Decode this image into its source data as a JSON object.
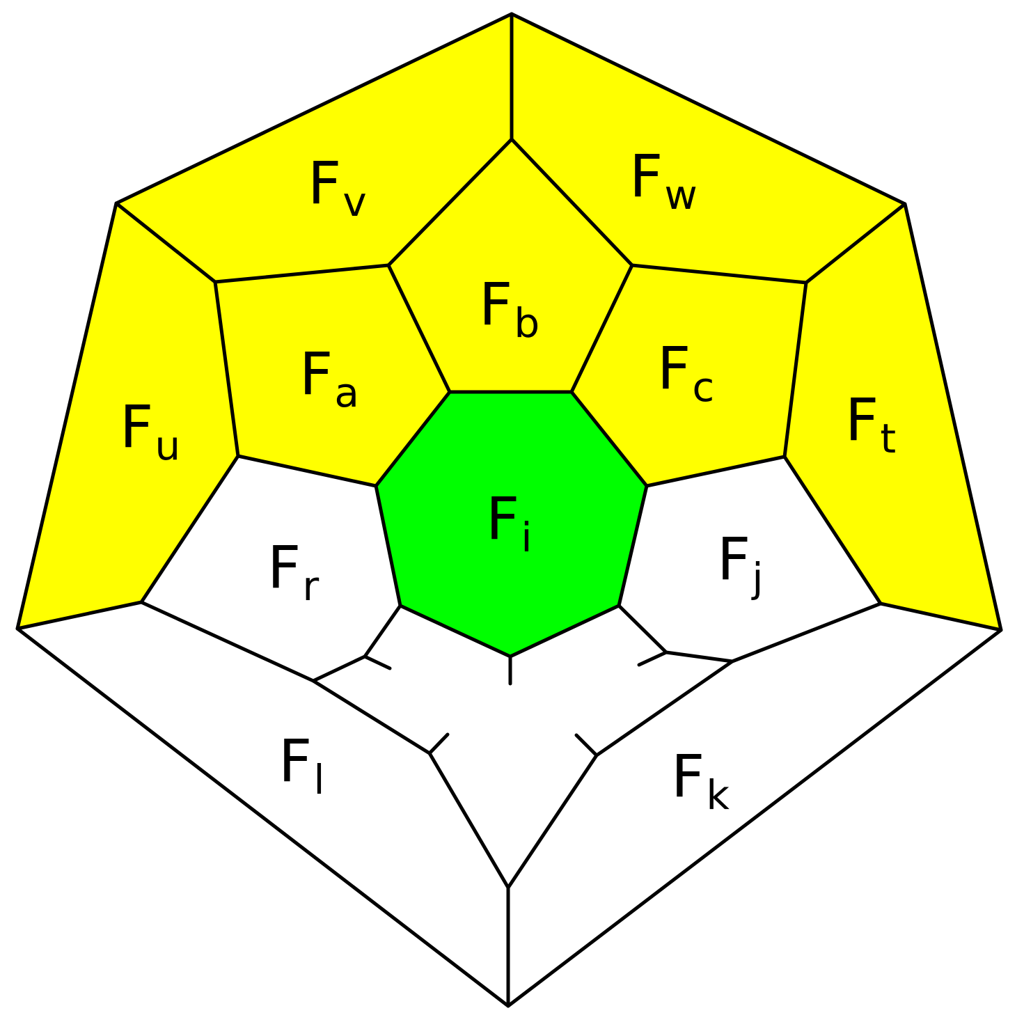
{
  "colors": {
    "yellow": "#ffff00",
    "green": "#00ff00",
    "white": "#ffffff",
    "line": "#000000"
  },
  "faces": {
    "v": {
      "main": "F",
      "sub": "v",
      "fill": "yellow"
    },
    "w": {
      "main": "F",
      "sub": "w",
      "fill": "yellow"
    },
    "b": {
      "main": "F",
      "sub": "b",
      "fill": "yellow"
    },
    "a": {
      "main": "F",
      "sub": "a",
      "fill": "yellow"
    },
    "c": {
      "main": "F",
      "sub": "c",
      "fill": "yellow"
    },
    "u": {
      "main": "F",
      "sub": "u",
      "fill": "yellow"
    },
    "t": {
      "main": "F",
      "sub": "t",
      "fill": "yellow"
    },
    "i": {
      "main": "F",
      "sub": "i",
      "fill": "green"
    },
    "r": {
      "main": "F",
      "sub": "r",
      "fill": "white"
    },
    "j": {
      "main": "F",
      "sub": "j",
      "fill": "white"
    },
    "l": {
      "main": "F",
      "sub": "l",
      "fill": "white"
    },
    "k": {
      "main": "F",
      "sub": "k",
      "fill": "white"
    }
  }
}
